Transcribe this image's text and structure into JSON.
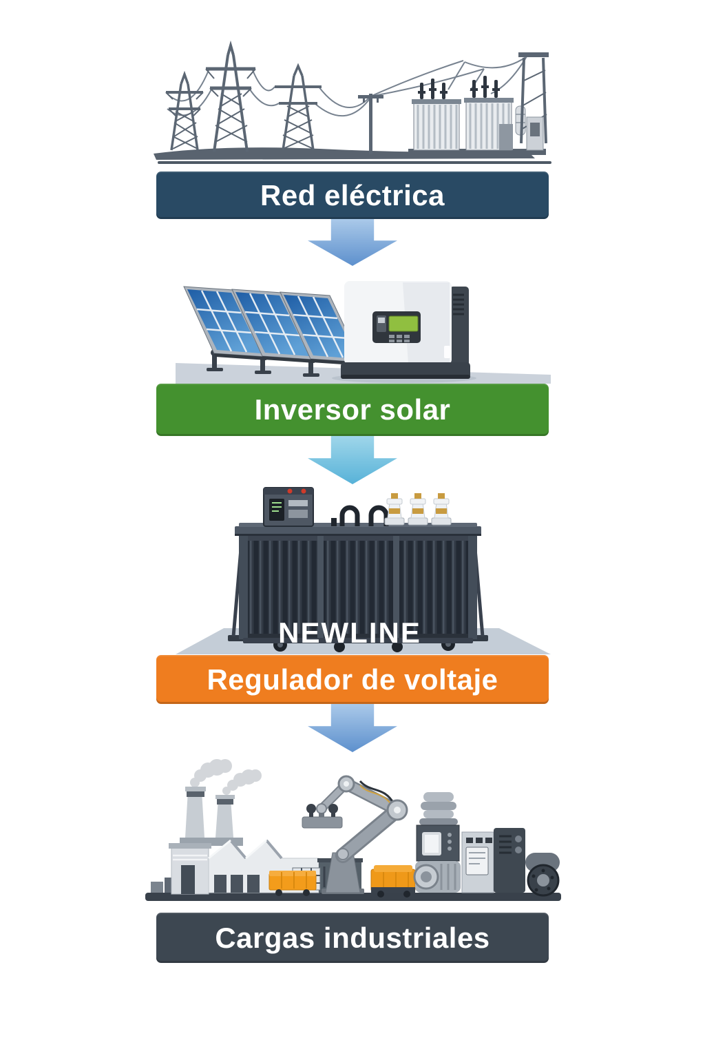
{
  "diagram": {
    "stages": [
      {
        "name": "red-electrica",
        "label": "Red eléctrica",
        "banner_color": "#294a64",
        "illustration": "power-grid-towers-and-substation"
      },
      {
        "name": "inversor-solar",
        "label": "Inversor solar",
        "banner_color": "#44912f",
        "illustration": "solar-panels-and-inverter"
      },
      {
        "name": "regulador-de-voltaje",
        "label": "Regulador de voltaje",
        "banner_color": "#ef7d1f",
        "illustration": "voltage-regulator-transformer",
        "equipment_brand": "NEWLINE"
      },
      {
        "name": "cargas-industriales",
        "label": "Cargas industriales",
        "banner_color": "#3d4751",
        "illustration": "factory-and-industrial-machines"
      }
    ],
    "arrows": [
      {
        "direction": "down",
        "gradient": [
          "#aac9e9",
          "#5d90cd"
        ]
      },
      {
        "direction": "down",
        "gradient": [
          "#9fd6ea",
          "#57b2d8"
        ]
      },
      {
        "direction": "down",
        "gradient": [
          "#aac9e9",
          "#5d90cd"
        ]
      }
    ]
  }
}
